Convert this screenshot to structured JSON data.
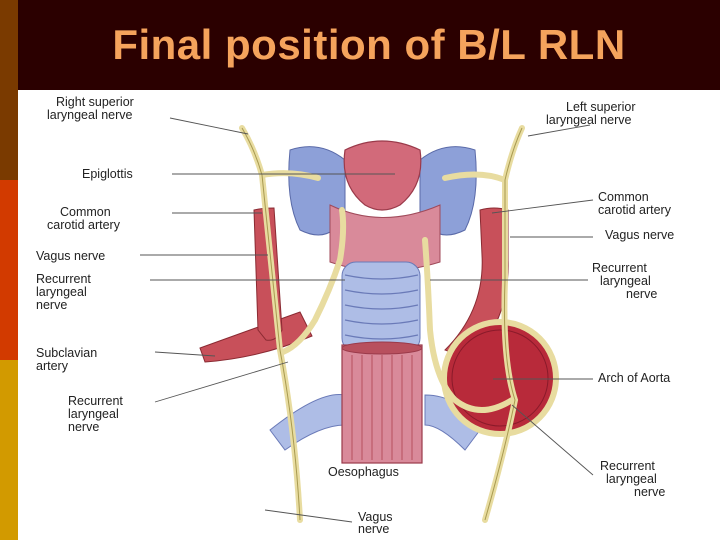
{
  "slide": {
    "title": "Final position of B/L RLN",
    "colors": {
      "title_bg": "#2b0000",
      "title_text": "#f5a35c",
      "bar_top": "#7a3a00",
      "bar_mid": "#d23a00",
      "bar_bottom": "#d29a00"
    }
  },
  "labels": {
    "right_superior_1": "Right superior",
    "right_superior_2": "laryngeal nerve",
    "epiglottis": "Epiglottis",
    "common_carotid_left_1": "Common",
    "common_carotid_left_2": "carotid artery",
    "vagus_left": "Vagus nerve",
    "recurrent_left_1": "Recurrent",
    "recurrent_left_2": "laryngeal",
    "recurrent_left_3": "nerve",
    "subclavian_1": "Subclavian",
    "subclavian_2": "artery",
    "recurrent_low_left_1": "Recurrent",
    "recurrent_low_left_2": "laryngeal",
    "recurrent_low_left_3": "nerve",
    "oesophagus": "Oesophagus",
    "vagus_bottom_1": "Vagus",
    "vagus_bottom_2": "nerve",
    "left_superior_1": "Left superior",
    "left_superior_2": "laryngeal nerve",
    "common_carotid_right_1": "Common",
    "common_carotid_right_2": "carotid artery",
    "vagus_right": "Vagus nerve",
    "recurrent_right_1": "Recurrent",
    "recurrent_right_2": "laryngeal",
    "recurrent_right_3": "nerve",
    "arch_aorta": "Arch of Aorta",
    "recurrent_low_right_1": "Recurrent",
    "recurrent_low_right_2": "laryngeal",
    "recurrent_low_right_3": "nerve"
  }
}
